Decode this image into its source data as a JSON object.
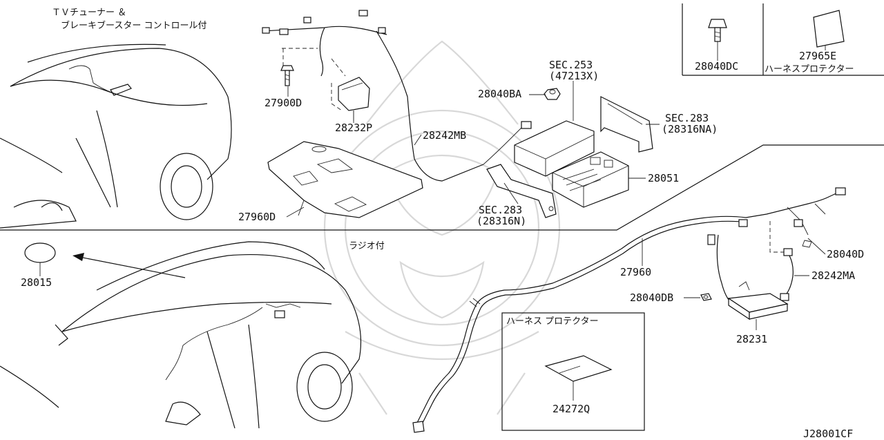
{
  "captions": {
    "tv_line1": "ＴＶチューナー ＆",
    "tv_line2": "ブレーキブースター コントロール付",
    "radio": "ラジオ付",
    "harness_protector_box": "ハーネス プロテクター",
    "harness_protector_legend": "ハーネスプロテクター",
    "diagram_code": "J28001CF"
  },
  "parts": {
    "p27900D": "27900D",
    "p28232P": "28232P",
    "p28242MB": "28242MB",
    "p28040BA": "28040BA",
    "sec253": "SEC.253",
    "sec253_ref": "(47213X)",
    "sec283a": "SEC.283",
    "sec283a_ref": "(28316NA)",
    "p28051": "28051",
    "sec283b": "SEC.283",
    "sec283b_ref": "(28316N)",
    "p27960D": "27960D",
    "p28040DC": "28040DC",
    "p27965E": "27965E",
    "p28015": "28015",
    "p27960": "27960",
    "p28040D": "28040D",
    "p28242MA": "28242MA",
    "p28040DB": "28040DB",
    "p28231": "28231",
    "p24272Q": "24272Q"
  }
}
